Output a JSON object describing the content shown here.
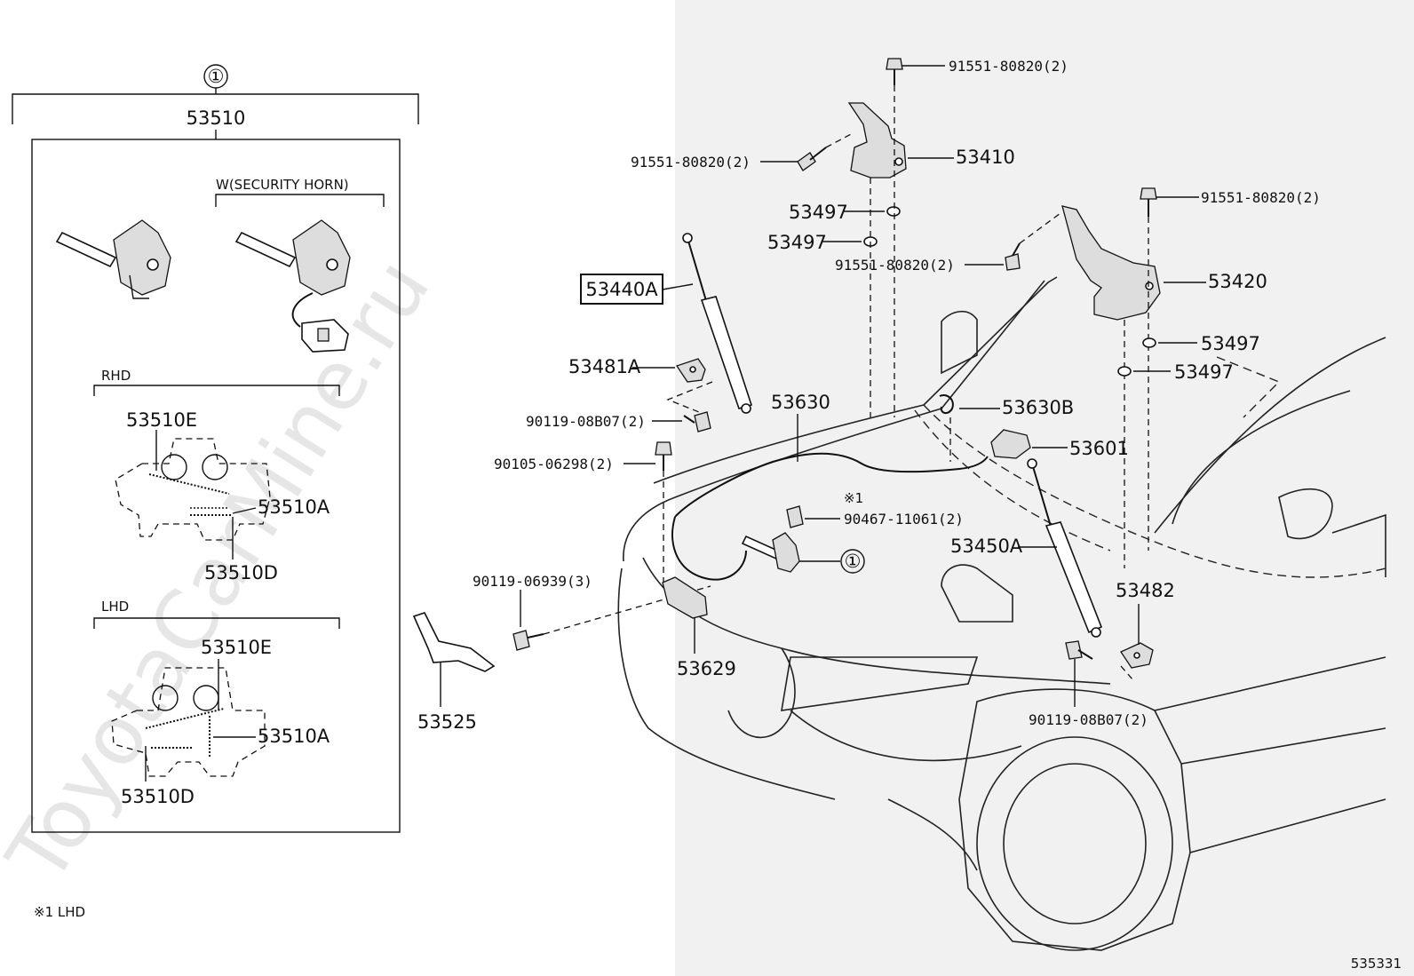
{
  "watermark": "ToyotaCarMine.ru",
  "group_ref": "①",
  "group_part": "53510",
  "variant_security_horn": "W(SECURITY HORN)",
  "rhd_label": "RHD",
  "lhd_label": "LHD",
  "footnote": "※1 LHD",
  "diagram_number": "535331",
  "marker_note": "※1",
  "highlighted_part": "53440A",
  "labels": {
    "p53510E_rhd": "53510E",
    "p53510A_rhd": "53510A",
    "p53510D_rhd": "53510D",
    "p53510E_lhd": "53510E",
    "p53510A_lhd": "53510A",
    "p53510D_lhd": "53510D",
    "p91551_top": "91551-80820(2)",
    "p91551_left": "91551-80820(2)",
    "p91551_mid": "91551-80820(2)",
    "p91551_right": "91551-80820(2)",
    "p53410": "53410",
    "p53497_a": "53497",
    "p53497_b": "53497",
    "p53497_c": "53497",
    "p53497_d": "53497",
    "p53420": "53420",
    "p53481A": "53481A",
    "p90119_08B07_left": "90119-08B07(2)",
    "p90119_08B07_right": "90119-08B07(2)",
    "p53630": "53630",
    "p53630B": "53630B",
    "p53601": "53601",
    "p90105_06298": "90105-06298(2)",
    "p90467_11061": "90467-11061(2)",
    "p53450A": "53450A",
    "p90119_06939": "90119-06939(3)",
    "p53482": "53482",
    "p53629": "53629",
    "p53525": "53525"
  }
}
